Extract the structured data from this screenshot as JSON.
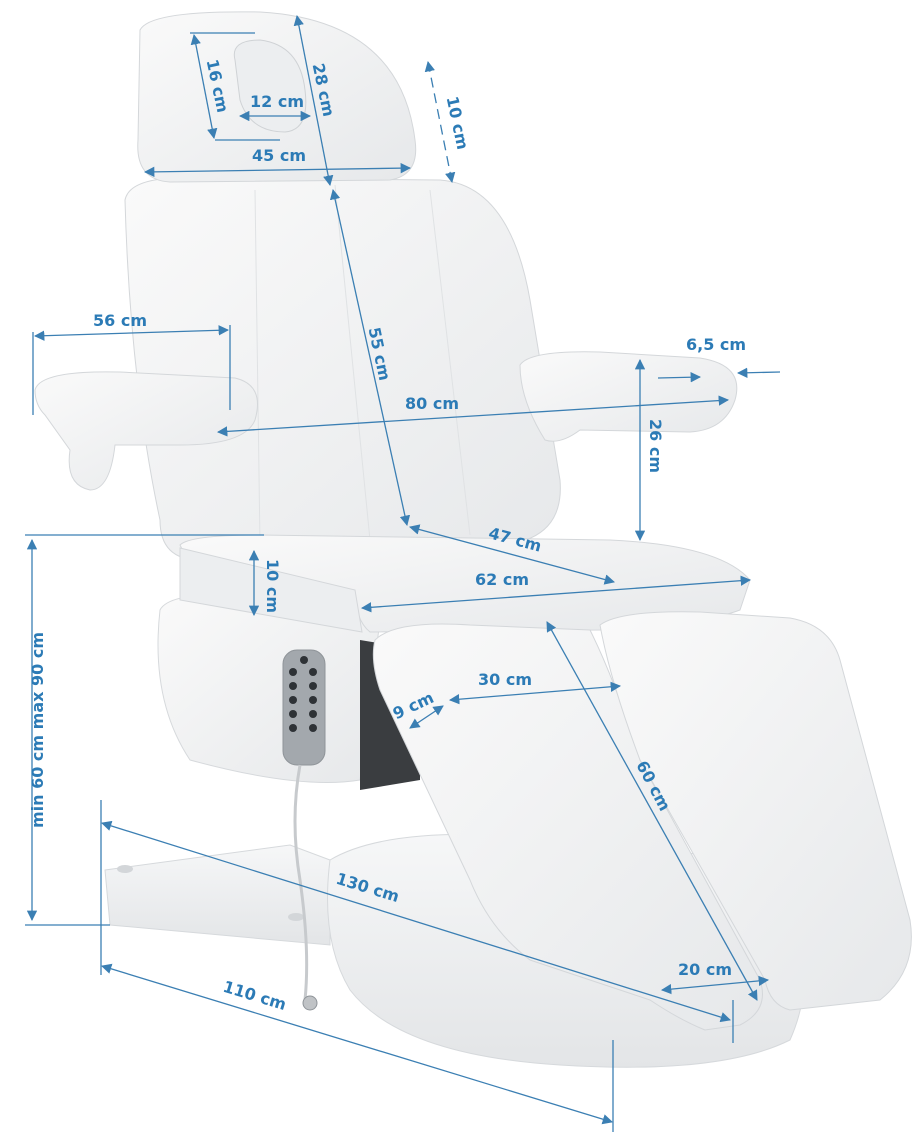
{
  "diagram": {
    "subject": "Electric cosmetic / podiatry treatment chair with dimensions",
    "line_color": "#3b7fb3",
    "label_color": "#2c7bb6",
    "upholstery_color": "#f2f3f4",
    "shadow_color": "#d9dcdf",
    "remote_color": "#9ea3a8",
    "dimensions": {
      "headrest_hole_height": "16 cm",
      "headrest_hole_width": "12 cm",
      "headrest_length": "28 cm",
      "headrest_width": "45 cm",
      "headrest_adjust": "10 cm",
      "backrest_length": "55 cm",
      "armrest_length": "56 cm",
      "armrest_width": "6,5 cm",
      "overall_width_arms": "80 cm",
      "armrest_height": "26 cm",
      "seat_depth": "47 cm",
      "seat_width": "62 cm",
      "seat_thickness": "10 cm",
      "seat_height": "min 60 cm max 90 cm",
      "leg_section_thickness": "9 cm",
      "leg_section_width": "30 cm",
      "leg_section_length": "60 cm",
      "total_length": "130 cm",
      "base_length": "110 cm",
      "foot_width": "20 cm"
    }
  }
}
